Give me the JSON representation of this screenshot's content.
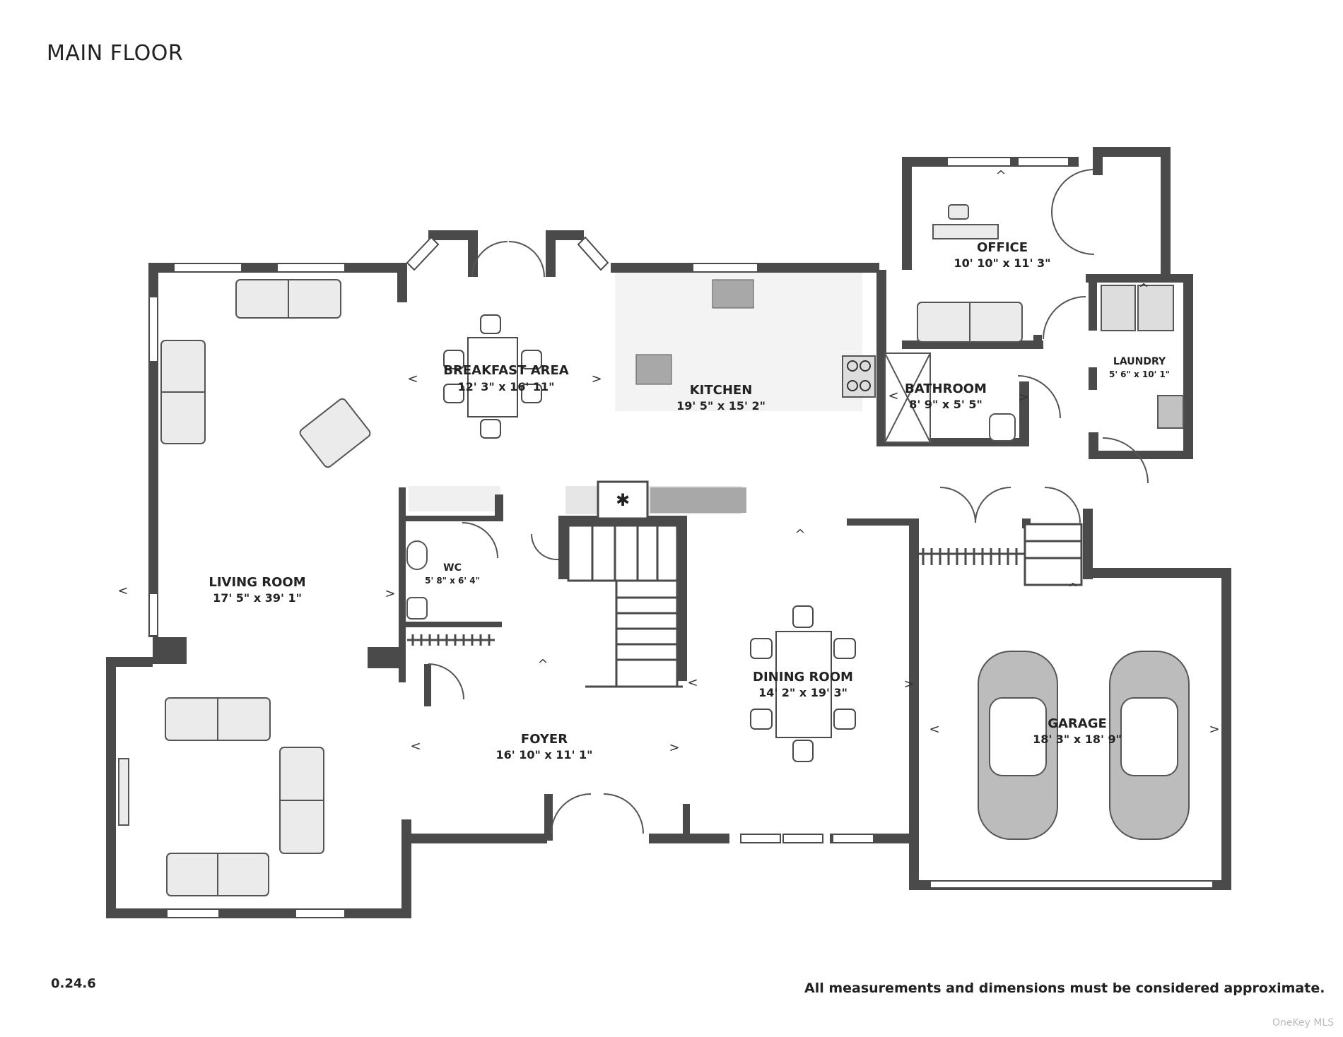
{
  "title": "MAIN FLOOR",
  "version": "0.24.6",
  "disclaimer": "All measurements and dimensions must be considered approximate.",
  "watermark": "OneKey MLS",
  "colors": {
    "wall": "#4a4a4a",
    "furniture_fill": "#ebebeb",
    "appliance_fill": "#aaaaaa",
    "car_fill": "#bcbcbc",
    "floor": "#ffffff"
  },
  "rooms": [
    {
      "id": "living",
      "name": "LIVING ROOM",
      "dims": "17' 5\" x 39' 1\""
    },
    {
      "id": "breakfast",
      "name": "BREAKFAST AREA",
      "dims": "12' 3\" x 16' 11\""
    },
    {
      "id": "kitchen",
      "name": "KITCHEN",
      "dims": "19' 5\" x 15' 2\""
    },
    {
      "id": "office",
      "name": "OFFICE",
      "dims": "10' 10\" x 11' 3\""
    },
    {
      "id": "bathroom",
      "name": "BATHROOM",
      "dims": "8' 9\" x 5' 5\""
    },
    {
      "id": "laundry",
      "name": "LAUNDRY",
      "dims": "5' 6\" x 10' 1\""
    },
    {
      "id": "wc",
      "name": "WC",
      "dims": "5' 8\" x 6' 4\""
    },
    {
      "id": "foyer",
      "name": "FOYER",
      "dims": "16' 10\" x 11' 1\""
    },
    {
      "id": "dining",
      "name": "DINING ROOM",
      "dims": "14' 2\" x 19' 3\""
    },
    {
      "id": "garage",
      "name": "GARAGE",
      "dims": "18' 3\" x 18' 9\""
    }
  ]
}
